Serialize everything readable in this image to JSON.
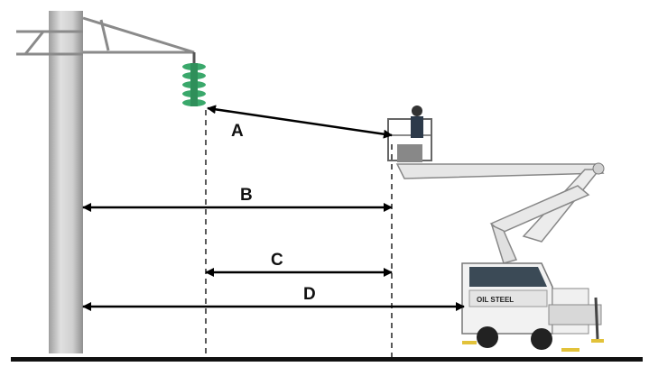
{
  "labels": {
    "a": "A",
    "b": "B",
    "c": "C",
    "d": "D"
  },
  "truck_text": "OIL STEEL",
  "colors": {
    "pole": "#c9c9c9",
    "insulator": "#3aa86b",
    "ground": "#111111",
    "arrow": "#000000",
    "truck_body": "#f2f2f2",
    "boom": "#e6e6e6"
  }
}
